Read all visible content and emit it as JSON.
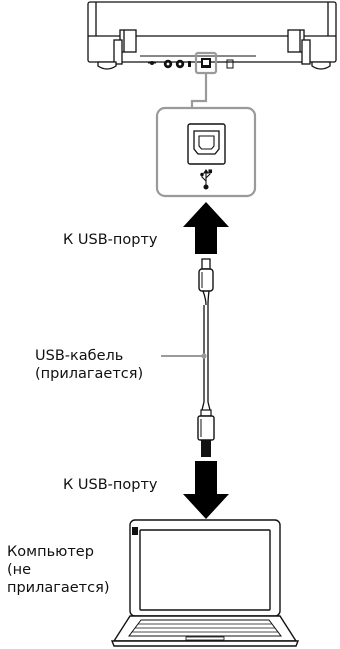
{
  "labels": {
    "to_usb_port_top": "К USB-порту",
    "usb_cable_line1": "USB-кабель",
    "usb_cable_line2": "(прилагается)",
    "to_usb_port_bottom": "К USB-порту",
    "computer_line1": "Компьютер",
    "computer_line2": "(не",
    "computer_line3": "прилагается)"
  },
  "colors": {
    "outline": "#111111",
    "callout": "#9a9a9a",
    "arrow": "#000000"
  }
}
